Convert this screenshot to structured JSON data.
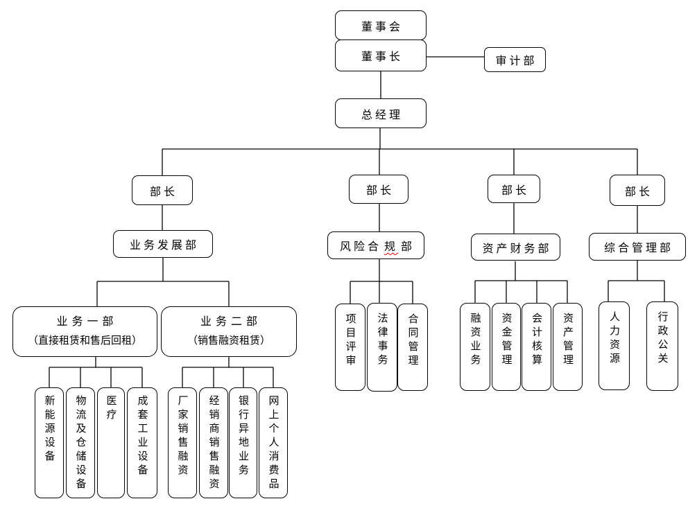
{
  "org_chart": {
    "top": {
      "board": "董事会",
      "chairman": "董事长",
      "audit_dept": "审计部",
      "general_manager": "总经理"
    },
    "ministers": [
      "部长",
      "部长",
      "部长",
      "部长"
    ],
    "departments": {
      "business_development": "业务发展部",
      "risk_compliance": {
        "pre": "风险合",
        "misspelled": "规",
        "post": "部"
      },
      "asset_finance": "资产财务部",
      "general_administration": "综合管理部"
    },
    "business_units": [
      {
        "title": "业务一部",
        "subtitle": "（直接租赁和售后回租）"
      },
      {
        "title": "业务二部",
        "subtitle": "（销售融资租赁）"
      }
    ],
    "unit1_children": [
      "新能源设备",
      "物流及仓储设备",
      "医疗",
      "成套工业设备"
    ],
    "unit2_children": [
      "厂家销售融资",
      "经销商销售融资",
      "银行异地业务",
      "网上个人消费品"
    ],
    "risk_children": [
      "项目评审",
      "法律事务",
      "合同管理"
    ],
    "finance_children": [
      "融资业务",
      "资金管理",
      "会计核算",
      "资产管理"
    ],
    "admin_children": [
      "人力资源",
      "行政公关"
    ]
  },
  "colors": {
    "page_background": "#ffffff",
    "box_background": "#ffffff",
    "box_border": "#000000",
    "line": "#000000",
    "text": "#000000",
    "spellcheck_underline": "#ff0000"
  }
}
